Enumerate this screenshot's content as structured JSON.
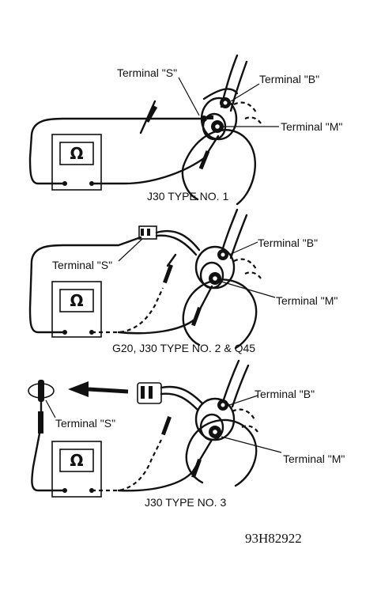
{
  "figure_code": "93H82922",
  "meter_symbol": "Ω",
  "panels": [
    {
      "caption": "J30 TYPE NO. 1",
      "terminal_s": "Terminal \"S\"",
      "terminal_b": "Terminal \"B\"",
      "terminal_m": "Terminal \"M\""
    },
    {
      "caption": "G20, J30 TYPE NO. 2 & Q45",
      "terminal_s": "Terminal \"S\"",
      "terminal_b": "Terminal \"B\"",
      "terminal_m": "Terminal \"M\""
    },
    {
      "caption": "J30 TYPE NO. 3",
      "terminal_s": "Terminal \"S\"",
      "terminal_b": "Terminal \"B\"",
      "terminal_m": "Terminal \"M\""
    }
  ]
}
